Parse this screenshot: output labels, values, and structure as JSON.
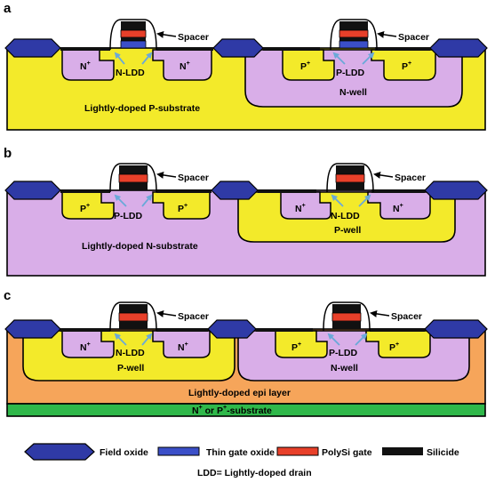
{
  "colors": {
    "p_type": "#f3ea2a",
    "n_type": "#d9aee8",
    "epi": "#f6a55a",
    "base_substrate": "#2fb84a",
    "field_oxide": "#2f3aa6",
    "thin_gate_oxide": "#3b4fc8",
    "polysi_gate": "#e8402a",
    "silicide": "#111111",
    "ldd_arrow": "#6aa9d8"
  },
  "panels": {
    "a": {
      "letter": "a",
      "nmos": {
        "sd_left": "N",
        "sd_right": "N",
        "sd_sup": "+",
        "ldd": "N-LDD",
        "spacer": "Spacer"
      },
      "pmos": {
        "sd_left": "P",
        "sd_right": "P",
        "sd_sup": "+",
        "ldd": "P-LDD",
        "spacer": "Spacer",
        "well": "N-well"
      },
      "substrate": "Lightly-doped P-substrate"
    },
    "b": {
      "letter": "b",
      "pmos": {
        "sd_left": "P",
        "sd_right": "P",
        "sd_sup": "+",
        "ldd": "P-LDD",
        "spacer": "Spacer"
      },
      "nmos": {
        "sd_left": "N",
        "sd_right": "N",
        "sd_sup": "+",
        "ldd": "N-LDD",
        "spacer": "Spacer",
        "well": "P-well"
      },
      "substrate": "Lightly-doped N-substrate"
    },
    "c": {
      "letter": "c",
      "nmos": {
        "sd_left": "N",
        "sd_right": "N",
        "sd_sup": "+",
        "ldd": "N-LDD",
        "spacer": "Spacer",
        "well": "P-well"
      },
      "pmos": {
        "sd_left": "P",
        "sd_right": "P",
        "sd_sup": "+",
        "ldd": "P-LDD",
        "spacer": "Spacer",
        "well": "N-well"
      },
      "epi": "Lightly-doped epi layer",
      "base": {
        "n": "N",
        "mid": " or P",
        "tail": "-substrate",
        "sup": "+"
      }
    }
  },
  "legend": {
    "field_oxide": "Field oxide",
    "thin_gate_oxide": "Thin gate oxide",
    "polysi_gate": "PolySi gate",
    "silicide": "Silicide",
    "note": "LDD= Lightly-doped drain"
  }
}
